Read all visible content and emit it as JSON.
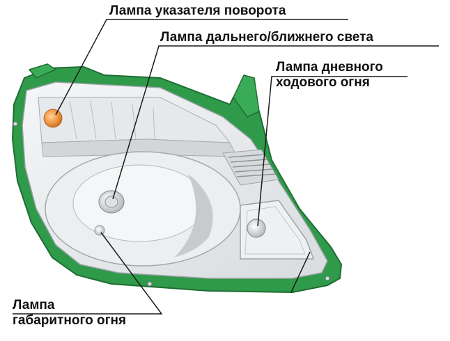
{
  "labels": {
    "turn_signal": "Лампа указателя поворота",
    "high_low_beam": "Лампа дальнего/ближнего света",
    "drl_line1": "Лампа дневного",
    "drl_line2": "ходового огня",
    "parking_line1": "Лампа",
    "parking_line2": "габаритного огня"
  },
  "colors": {
    "housing_green": "#2f9a4a",
    "housing_green_dark": "#1f6e33",
    "turn_lamp_amber": "#f29a45",
    "leader_line": "#1a1a1a"
  }
}
